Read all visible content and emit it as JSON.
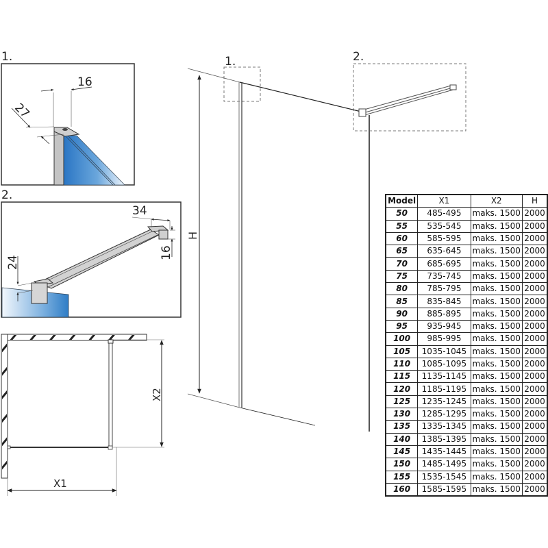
{
  "details": {
    "detail1": {
      "label": "1.",
      "dim_width": "16",
      "dim_depth": "27"
    },
    "detail2": {
      "label": "2.",
      "dim_width": "34",
      "dim_height": "16",
      "dim_clamp": "24"
    }
  },
  "main_view": {
    "callout1": "1.",
    "callout2": "2.",
    "height_label": "H"
  },
  "plan_view": {
    "x1_label": "X1",
    "x2_label": "X2"
  },
  "colors": {
    "glass_blue": "#2f7fc8",
    "glass_light": "#e6f0fa",
    "profile_gray": "#c8c8c8",
    "line": "#333333"
  },
  "table": {
    "headers": [
      "Model",
      "X1",
      "X2",
      "H"
    ],
    "rows": [
      [
        "50",
        "485-495",
        "maks. 1500",
        "2000"
      ],
      [
        "55",
        "535-545",
        "maks. 1500",
        "2000"
      ],
      [
        "60",
        "585-595",
        "maks. 1500",
        "2000"
      ],
      [
        "65",
        "635-645",
        "maks. 1500",
        "2000"
      ],
      [
        "70",
        "685-695",
        "maks. 1500",
        "2000"
      ],
      [
        "75",
        "735-745",
        "maks. 1500",
        "2000"
      ],
      [
        "80",
        "785-795",
        "maks. 1500",
        "2000"
      ],
      [
        "85",
        "835-845",
        "maks. 1500",
        "2000"
      ],
      [
        "90",
        "885-895",
        "maks. 1500",
        "2000"
      ],
      [
        "95",
        "935-945",
        "maks. 1500",
        "2000"
      ],
      [
        "100",
        "985-995",
        "maks. 1500",
        "2000"
      ],
      [
        "105",
        "1035-1045",
        "maks. 1500",
        "2000"
      ],
      [
        "110",
        "1085-1095",
        "maks. 1500",
        "2000"
      ],
      [
        "115",
        "1135-1145",
        "maks. 1500",
        "2000"
      ],
      [
        "120",
        "1185-1195",
        "maks. 1500",
        "2000"
      ],
      [
        "125",
        "1235-1245",
        "maks. 1500",
        "2000"
      ],
      [
        "130",
        "1285-1295",
        "maks. 1500",
        "2000"
      ],
      [
        "135",
        "1335-1345",
        "maks. 1500",
        "2000"
      ],
      [
        "140",
        "1385-1395",
        "maks. 1500",
        "2000"
      ],
      [
        "145",
        "1435-1445",
        "maks. 1500",
        "2000"
      ],
      [
        "150",
        "1485-1495",
        "maks. 1500",
        "2000"
      ],
      [
        "155",
        "1535-1545",
        "maks. 1500",
        "2000"
      ],
      [
        "160",
        "1585-1595",
        "maks. 1500",
        "2000"
      ]
    ]
  }
}
